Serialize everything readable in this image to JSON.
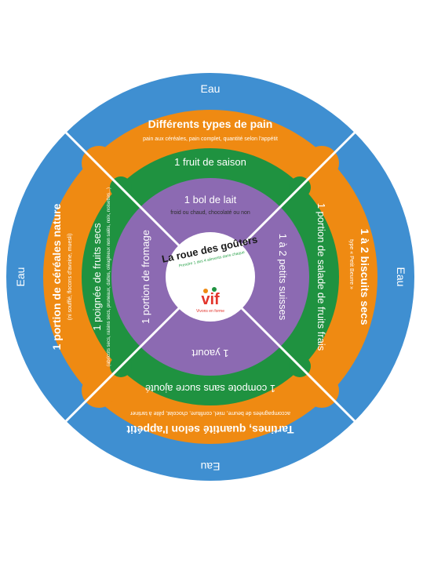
{
  "colors": {
    "water": "#3f8fd1",
    "orange": "#ef8a12",
    "green": "#1f9240",
    "purple": "#8c6ab2",
    "center": "#ffffff",
    "divider": "#ffffff"
  },
  "center": {
    "title": "La roue des goûters",
    "subtitle": "Prendre 1 des 4 aliments dans chaque ",
    "logo_text": "vif",
    "logo_tagline": "Vivons en forme"
  },
  "water": {
    "top": "Eau",
    "right": "Eau",
    "bottom": "Eau",
    "left": "Eau"
  },
  "orange": {
    "top": {
      "title": "Différents types de pain",
      "sub": "pain aux céréales, pain complet, quantité selon l'appétit"
    },
    "right": {
      "title": "1 à 2 biscuits secs",
      "sub": "type « Petit Beurre »"
    },
    "bottom": {
      "title": "Tartines, quantité selon l'appétit",
      "sub": "accompagnées de beurre, miel, confiture, chocolat, pâte à tartiner"
    },
    "left": {
      "title": "1 portion de céréales nature",
      "sub": "(ni soufflé, flocons d'avoine, muesli)"
    }
  },
  "green": {
    "top": {
      "title": "1 fruit de saison"
    },
    "right": {
      "title": "1 portion de salade de fruits frais"
    },
    "bottom": {
      "title": "1 compote sans sucre ajouté"
    },
    "left": {
      "title": "1 poignée de fruits secs",
      "sub": "(abricots secs, raisins secs, pruneaux, dattes, oléagineux non salés, noix, noisettes...)"
    }
  },
  "purple": {
    "top": {
      "title": "1 bol de lait",
      "sub": "froid ou chaud, chocolaté ou non"
    },
    "right": {
      "title": "1 à 2 petits suisses"
    },
    "bottom": {
      "title": "1 yaourt"
    },
    "left": {
      "title": "1 portion de fromage"
    }
  }
}
